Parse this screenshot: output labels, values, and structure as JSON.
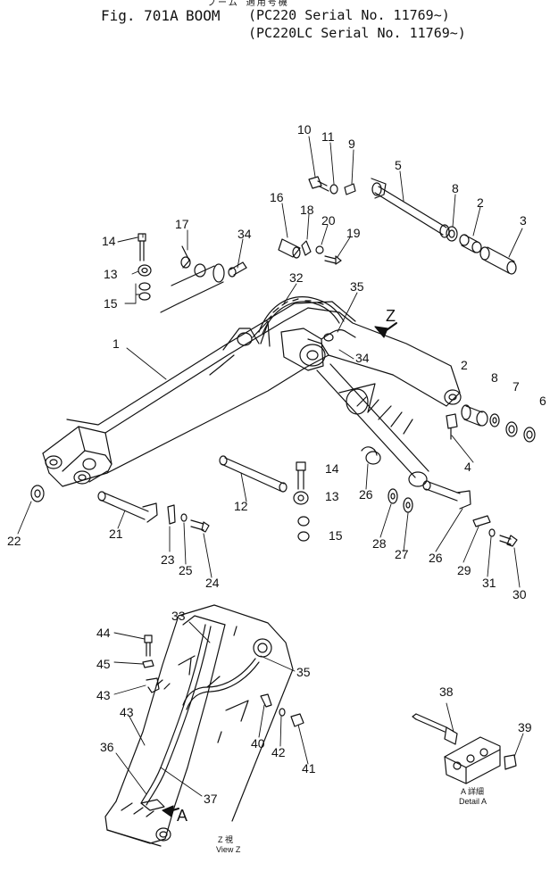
{
  "header": {
    "top_line": "ブーム 適用号機",
    "fig_label": "Fig. 701A",
    "part_name": "BOOM",
    "applicability": [
      "(PC220   Serial No. 11769~)",
      "(PC220LC Serial No. 11769~)"
    ]
  },
  "views": {
    "view_z_jp": "Z 視",
    "view_z": "View Z",
    "detail_a_jp": "A 詳細",
    "detail_a": "Detail A",
    "arrow_z": "Z",
    "arrow_a": "A"
  },
  "callouts": {
    "c1": "1",
    "c2a": "2",
    "c2b": "2",
    "c3": "3",
    "c4": "4",
    "c5": "5",
    "c6": "6",
    "c7": "7",
    "c8a": "8",
    "c8b": "8",
    "c9": "9",
    "c10": "10",
    "c11": "11",
    "c12": "12",
    "c13a": "13",
    "c13b": "13",
    "c14a": "14",
    "c14b": "14",
    "c15a": "15",
    "c15b": "15",
    "c16": "16",
    "c17": "17",
    "c18": "18",
    "c19": "19",
    "c20": "20",
    "c21": "21",
    "c22": "22",
    "c23": "23",
    "c24": "24",
    "c25": "25",
    "c26a": "26",
    "c26b": "26",
    "c27": "27",
    "c28": "28",
    "c29": "29",
    "c30": "30",
    "c31": "31",
    "c32": "32",
    "c33": "33",
    "c34a": "34",
    "c34b": "34",
    "c35a": "35",
    "c35b": "35",
    "c36": "36",
    "c37": "37",
    "c38": "38",
    "c39": "39",
    "c40": "40",
    "c41": "41",
    "c42": "42",
    "c43a": "43",
    "c43b": "43",
    "c44": "44",
    "c45": "45"
  },
  "colors": {
    "ink": "#111111",
    "paper": "#ffffff"
  }
}
